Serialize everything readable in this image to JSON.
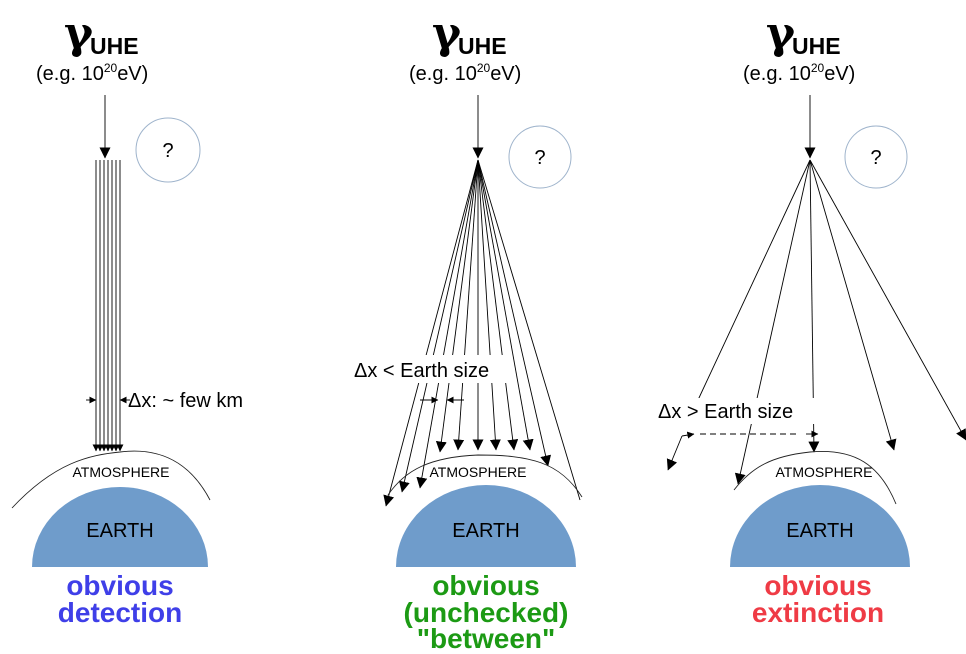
{
  "colors": {
    "earth": "#6f9ccb",
    "bubble_stroke": "#9fb4cc",
    "detection": "#3f3fe8",
    "between": "#1c9a14",
    "extinction": "#ef3b45"
  },
  "panels": [
    {
      "id": "detection",
      "gamma_symbol": "γ",
      "gamma_subscript": "UHE",
      "energy_prefix": "(e.g. 10",
      "energy_exponent": "20",
      "energy_suffix": "eV)",
      "question": "?",
      "atmosphere_label": "ATMOSPHERE",
      "earth_label": "EARTH",
      "spread_label": "Δx: ~ few km",
      "outcome_lines": [
        "obvious",
        "detection"
      ],
      "outcome_color": "#3f3fe8"
    },
    {
      "id": "between",
      "gamma_symbol": "γ",
      "gamma_subscript": "UHE",
      "energy_prefix": "(e.g. 10",
      "energy_exponent": "20",
      "energy_suffix": "eV)",
      "question": "?",
      "atmosphere_label": "ATMOSPHERE",
      "earth_label": "EARTH",
      "spread_label": "Δx < Earth size",
      "outcome_lines": [
        "obvious",
        "(unchecked)",
        "\"between\""
      ],
      "outcome_color": "#1c9a14"
    },
    {
      "id": "extinction",
      "gamma_symbol": "γ",
      "gamma_subscript": "UHE",
      "energy_prefix": "(e.g. 10",
      "energy_exponent": "20",
      "energy_suffix": "eV)",
      "question": "?",
      "atmosphere_label": "ATMOSPHERE",
      "earth_label": "EARTH",
      "spread_label": "Δx > Earth size",
      "outcome_lines": [
        "obvious",
        "extinction"
      ],
      "outcome_color": "#ef3b45"
    }
  ]
}
